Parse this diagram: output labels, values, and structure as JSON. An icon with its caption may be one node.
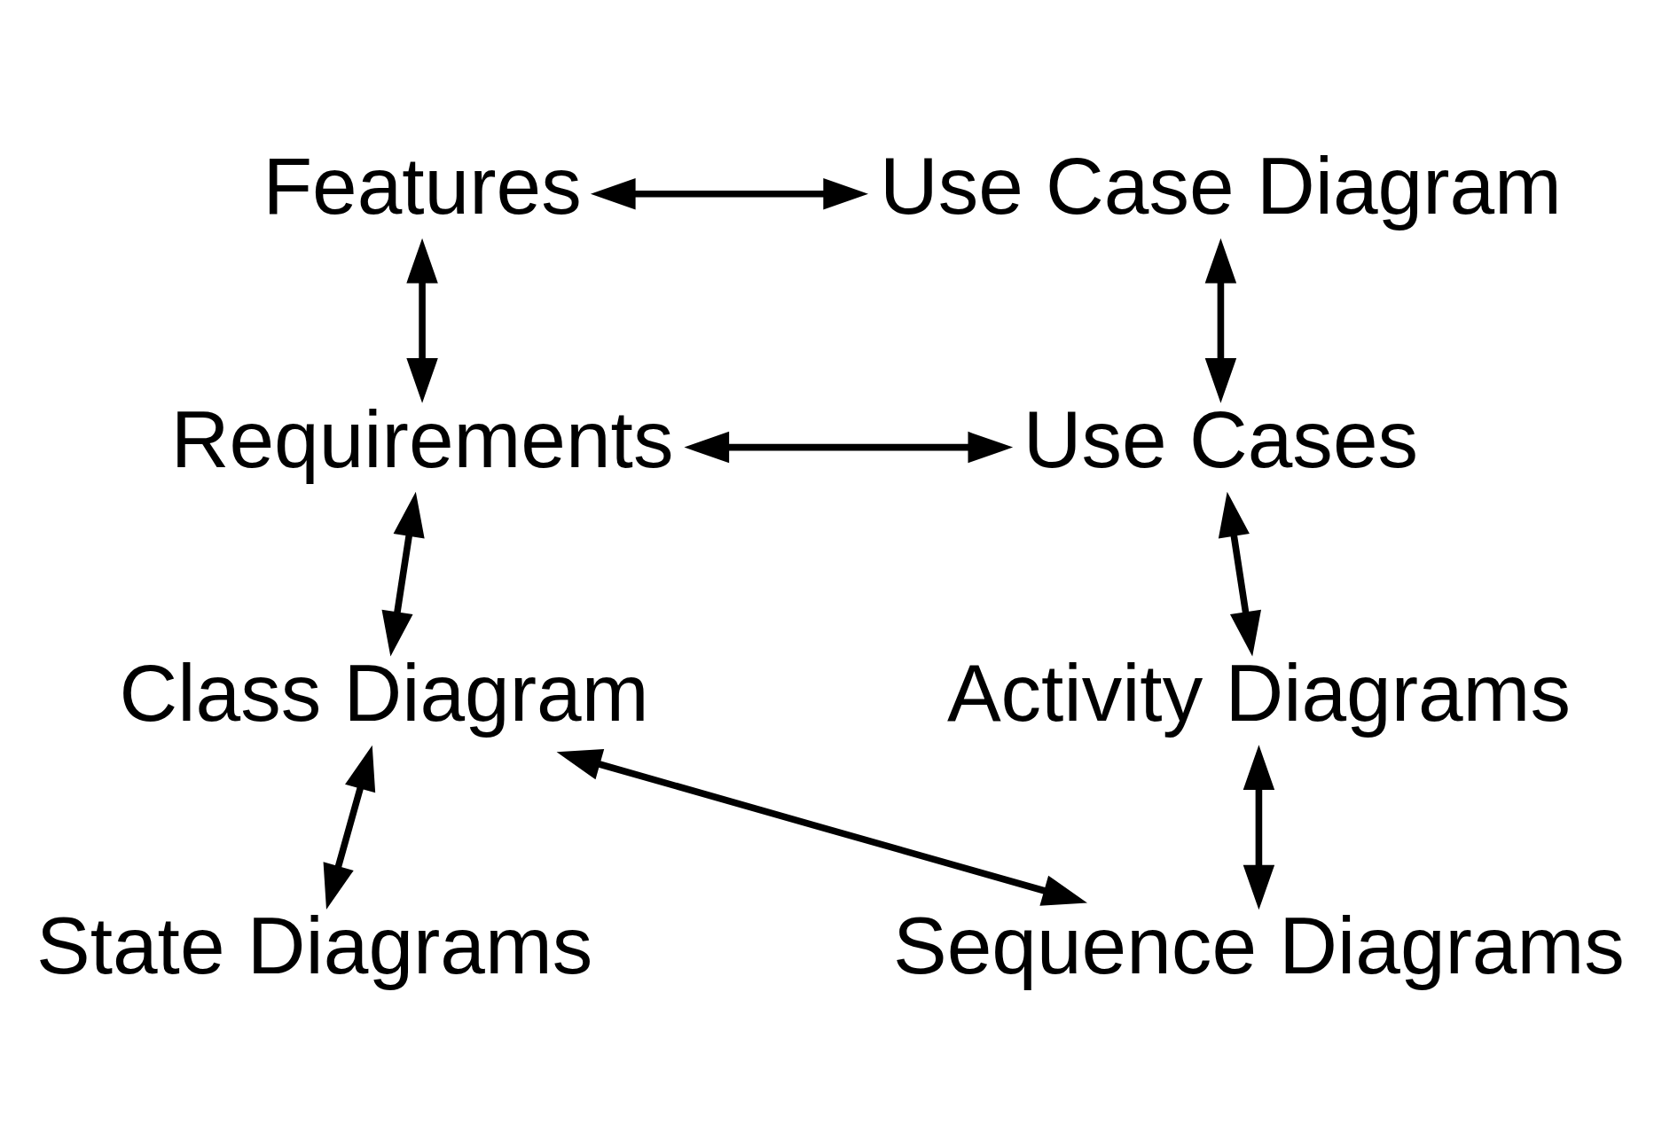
{
  "diagram": {
    "nodes": [
      {
        "text": [
          "Features"
        ]
      },
      {
        "text": [
          "Use Case Diagram"
        ]
      },
      {
        "text": [
          "Requirements"
        ]
      },
      {
        "text": [
          "Use Cases"
        ]
      },
      {
        "text": [
          "Class Diagram"
        ]
      },
      {
        "text": [
          "Activity Diagrams"
        ]
      },
      {
        "text": [
          "State Diagrams"
        ]
      },
      {
        "text": [
          "Sequence Diagrams"
        ]
      }
    ],
    "edges": [
      {
        "from": 0,
        "to": 1,
        "arrow": "both"
      },
      {
        "from": 0,
        "to": 2,
        "arrow": "both"
      },
      {
        "from": 1,
        "to": 3,
        "arrow": "both"
      },
      {
        "from": 2,
        "to": 3,
        "arrow": "both"
      },
      {
        "from": 2,
        "to": 4,
        "arrow": "both"
      },
      {
        "from": 3,
        "to": 5,
        "arrow": "both"
      },
      {
        "from": 4,
        "to": 6,
        "arrow": "both"
      },
      {
        "from": 5,
        "to": 7,
        "arrow": "both"
      },
      {
        "from": 4,
        "to": 7,
        "arrow": "both"
      }
    ]
  }
}
